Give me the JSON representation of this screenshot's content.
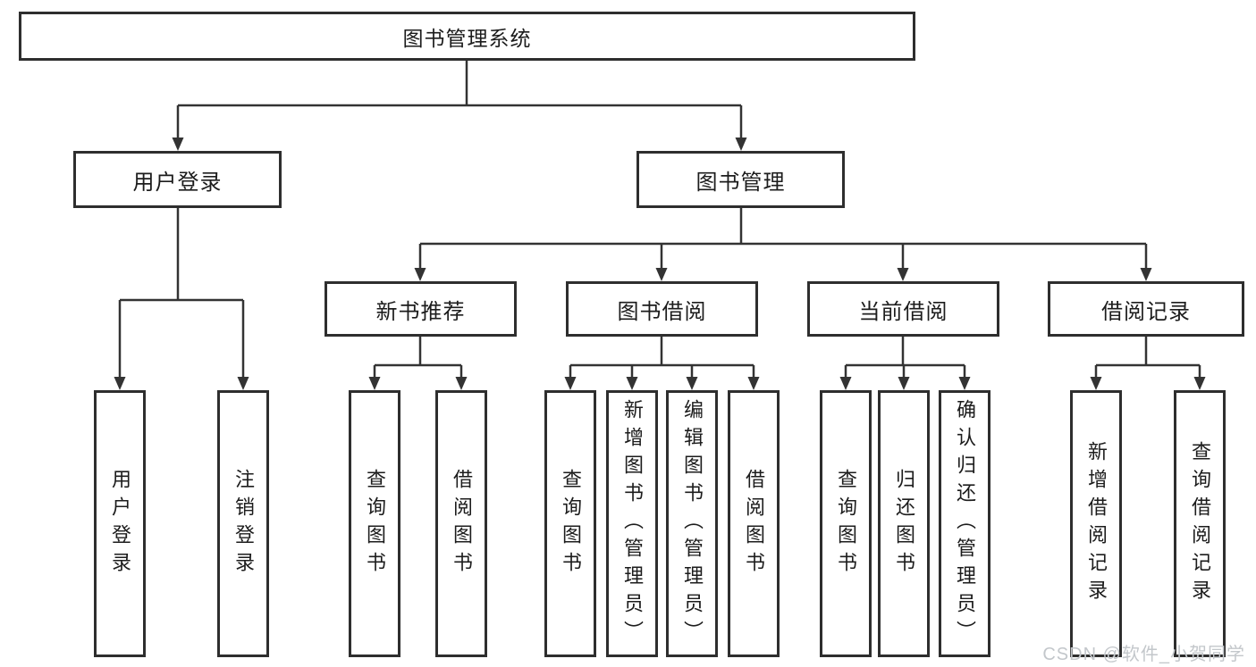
{
  "diagram": {
    "root": {
      "label": "图书管理系统"
    },
    "branches": {
      "user": {
        "label": "用户登录",
        "children": [
          {
            "label": "用户登录"
          },
          {
            "label": "注销登录"
          }
        ]
      },
      "book": {
        "label": "图书管理",
        "groups": [
          {
            "label": "新书推荐",
            "children": [
              {
                "label": "查询图书"
              },
              {
                "label": "借阅图书"
              }
            ]
          },
          {
            "label": "图书借阅",
            "children": [
              {
                "label": "查询图书"
              },
              {
                "label": "新增图书（管理员）"
              },
              {
                "label": "编辑图书（管理员）"
              },
              {
                "label": "借阅图书"
              }
            ]
          },
          {
            "label": "当前借阅",
            "children": [
              {
                "label": "查询图书"
              },
              {
                "label": "归还图书"
              },
              {
                "label": "确认归还（管理员）"
              }
            ]
          },
          {
            "label": "借阅记录",
            "children": [
              {
                "label": "新增借阅记录"
              },
              {
                "label": "查询借阅记录"
              }
            ]
          }
        ]
      }
    }
  },
  "watermark": "CSDN @软件_小贺同学",
  "colors": {
    "line": "#333333",
    "box_border": "#2e2e2e",
    "text": "#1c1c1c",
    "watermark": "#c3c7cb",
    "background": "#ffffff"
  }
}
